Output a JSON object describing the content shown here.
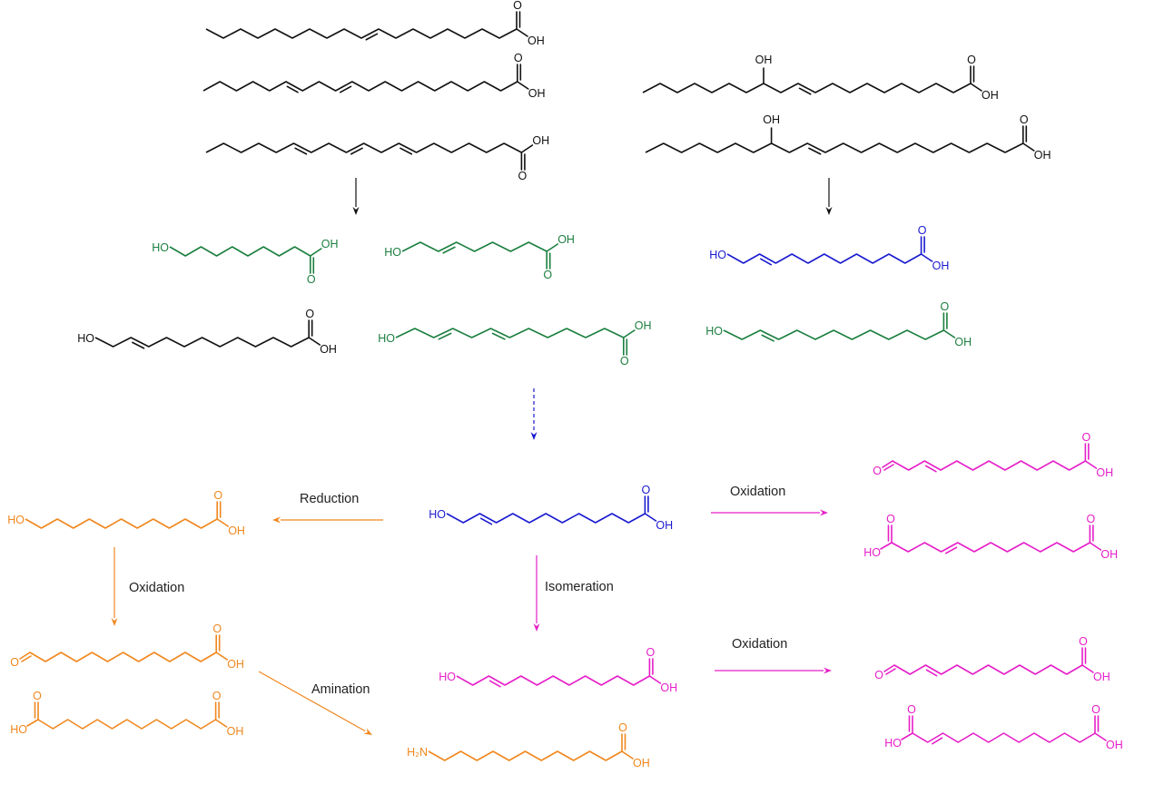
{
  "colors": {
    "black": "#111111",
    "green": "#1b7f3f",
    "blue": "#1a1ad0",
    "orange": "#f0871e",
    "magenta": "#e61ec8"
  },
  "molecules": [
    {
      "color": "black",
      "labels": {
        "carbonyl_o": "O",
        "acid_oh": "OH"
      }
    },
    {
      "color": "black",
      "labels": {
        "carbonyl_o": "O",
        "acid_oh": "OH"
      }
    },
    {
      "color": "black",
      "labels": {
        "carbonyl_o": "O",
        "acid_oh": "OH"
      }
    },
    {
      "color": "black",
      "labels": {
        "substituent": "OH",
        "carbonyl_o": "O",
        "acid_oh": "OH"
      }
    },
    {
      "color": "black",
      "labels": {
        "substituent": "OH",
        "carbonyl_o": "O",
        "acid_oh": "OH"
      }
    },
    {
      "color": "green",
      "labels": {
        "left": "HO",
        "carbonyl_o": "O",
        "acid_oh": "OH"
      }
    },
    {
      "color": "green",
      "labels": {
        "left": "HO",
        "carbonyl_o": "O",
        "acid_oh": "OH"
      }
    },
    {
      "color": "blue",
      "labels": {
        "left": "HO",
        "carbonyl_o": "O",
        "acid_oh": "OH"
      }
    },
    {
      "color": "black",
      "labels": {
        "left": "HO",
        "carbonyl_o": "O",
        "acid_oh": "OH"
      }
    },
    {
      "color": "green",
      "labels": {
        "left": "HO",
        "carbonyl_o": "O",
        "acid_oh": "OH"
      }
    },
    {
      "color": "green",
      "labels": {
        "left": "HO",
        "carbonyl_o": "O",
        "acid_oh": "OH"
      }
    },
    {
      "color": "blue",
      "labels": {
        "left": "HO",
        "carbonyl_o": "O",
        "acid_oh": "OH"
      }
    },
    {
      "color": "orange",
      "labels": {
        "left": "HO",
        "carbonyl_o": "O",
        "acid_oh": "OH"
      }
    },
    {
      "color": "orange",
      "labels": {
        "left": "O",
        "carbonyl_o": "O",
        "acid_oh": "OH"
      }
    },
    {
      "color": "orange",
      "labels": {
        "left": "HO",
        "left_carbonyl_o": "O",
        "carbonyl_o": "O",
        "acid_oh": "OH"
      }
    },
    {
      "color": "magenta",
      "labels": {
        "left": "HO",
        "carbonyl_o": "O",
        "acid_oh": "OH"
      }
    },
    {
      "color": "orange",
      "labels": {
        "left": "H₂N",
        "carbonyl_o": "O",
        "acid_oh": "OH"
      }
    },
    {
      "color": "magenta",
      "labels": {
        "left": "O",
        "carbonyl_o": "O",
        "acid_oh": "OH"
      }
    },
    {
      "color": "magenta",
      "labels": {
        "left": "HO",
        "left_carbonyl_o": "O",
        "carbonyl_o": "O",
        "acid_oh": "OH"
      }
    },
    {
      "color": "magenta",
      "labels": {
        "left": "O",
        "carbonyl_o": "O",
        "acid_oh": "OH"
      }
    },
    {
      "color": "magenta",
      "labels": {
        "left": "HO",
        "left_carbonyl_o": "O",
        "carbonyl_o": "O",
        "acid_oh": "OH"
      }
    }
  ],
  "arrows": [
    {
      "color": "black"
    },
    {
      "color": "black"
    },
    {
      "color": "blue",
      "dashed": true
    },
    {
      "color": "orange",
      "label": "Reduction"
    },
    {
      "color": "orange",
      "label": "Oxidation"
    },
    {
      "color": "orange",
      "label": "Amination"
    },
    {
      "color": "magenta",
      "label": "Isomeration"
    },
    {
      "color": "magenta",
      "label": "Oxidation"
    },
    {
      "color": "magenta",
      "label": "Oxidation"
    }
  ]
}
